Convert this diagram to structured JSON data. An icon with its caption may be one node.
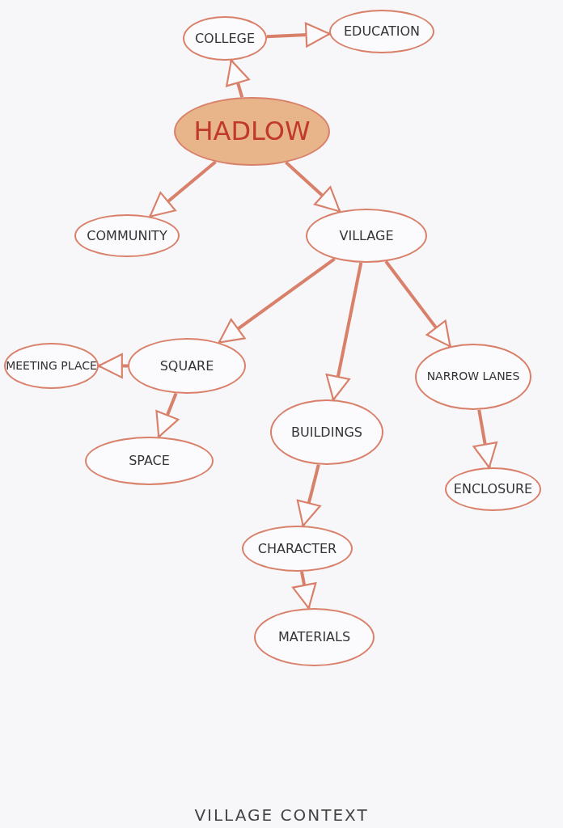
{
  "diagram": {
    "caption": "VILLAGE CONTEXT",
    "nodes": [
      {
        "text": [
          "COLLEGE"
        ]
      },
      {
        "text": [
          "EDUCATION"
        ]
      },
      {
        "text": [
          "HADLOW"
        ]
      },
      {
        "text": [
          "COMMUNITY"
        ]
      },
      {
        "text": [
          "VILLAGE"
        ]
      },
      {
        "text": [
          "MEETING PLACE"
        ]
      },
      {
        "text": [
          "SQUARE"
        ]
      },
      {
        "text": [
          "NARROW LANES"
        ]
      },
      {
        "text": [
          "SPACE"
        ]
      },
      {
        "text": [
          "BUILDINGS"
        ]
      },
      {
        "text": [
          "ENCLOSURE"
        ]
      },
      {
        "text": [
          "CHARACTER"
        ]
      },
      {
        "text": [
          "MATERIALS"
        ]
      }
    ],
    "edges": [
      {
        "from": 2,
        "to": 0,
        "arrow": "to"
      },
      {
        "from": 0,
        "to": 1,
        "arrow": "to"
      },
      {
        "from": 2,
        "to": 3,
        "arrow": "to"
      },
      {
        "from": 2,
        "to": 4,
        "arrow": "to"
      },
      {
        "from": 4,
        "to": 6,
        "arrow": "to"
      },
      {
        "from": 4,
        "to": 9,
        "arrow": "to"
      },
      {
        "from": 4,
        "to": 7,
        "arrow": "to"
      },
      {
        "from": 6,
        "to": 5,
        "arrow": "to"
      },
      {
        "from": 6,
        "to": 8,
        "arrow": "to"
      },
      {
        "from": 9,
        "to": 11,
        "arrow": "to"
      },
      {
        "from": 11,
        "to": 12,
        "arrow": "to"
      },
      {
        "from": 7,
        "to": 10,
        "arrow": "to"
      }
    ]
  }
}
